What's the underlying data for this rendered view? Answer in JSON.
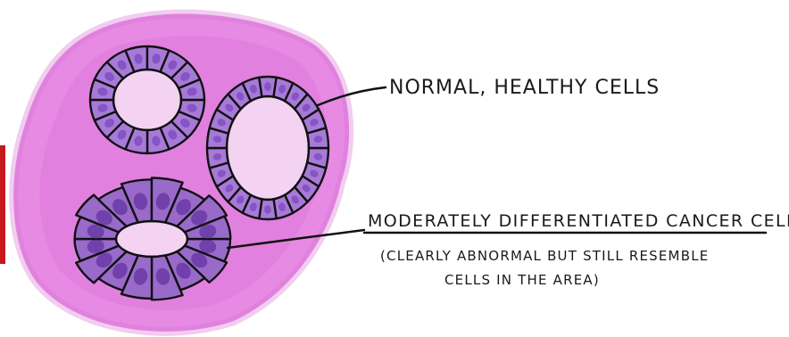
{
  "diagram": {
    "labels": {
      "normal": "Normal, healthy cells",
      "cancer": "Moderately differentiated cancer cells",
      "note_line1": "(Clearly abnormal but still resemble",
      "note_line2": "cells in the area)"
    },
    "colors": {
      "tissue": "#e68ae3",
      "tissue_inner": "#dd74da",
      "lumen": "#f4d2f2",
      "normal_cell": "#a87ad8",
      "normal_nucleus": "#7e4fc0",
      "cancer_cell": "#9a6acb",
      "cancer_nucleus": "#6a3aa6",
      "outline": "#111111",
      "accent_bar": "#c8171e"
    },
    "icons": {
      "normal_ring_left": "normal-cell-ring-icon",
      "normal_ring_right": "normal-cell-ring-icon",
      "cancer_cluster": "cancer-cell-cluster-icon"
    }
  }
}
